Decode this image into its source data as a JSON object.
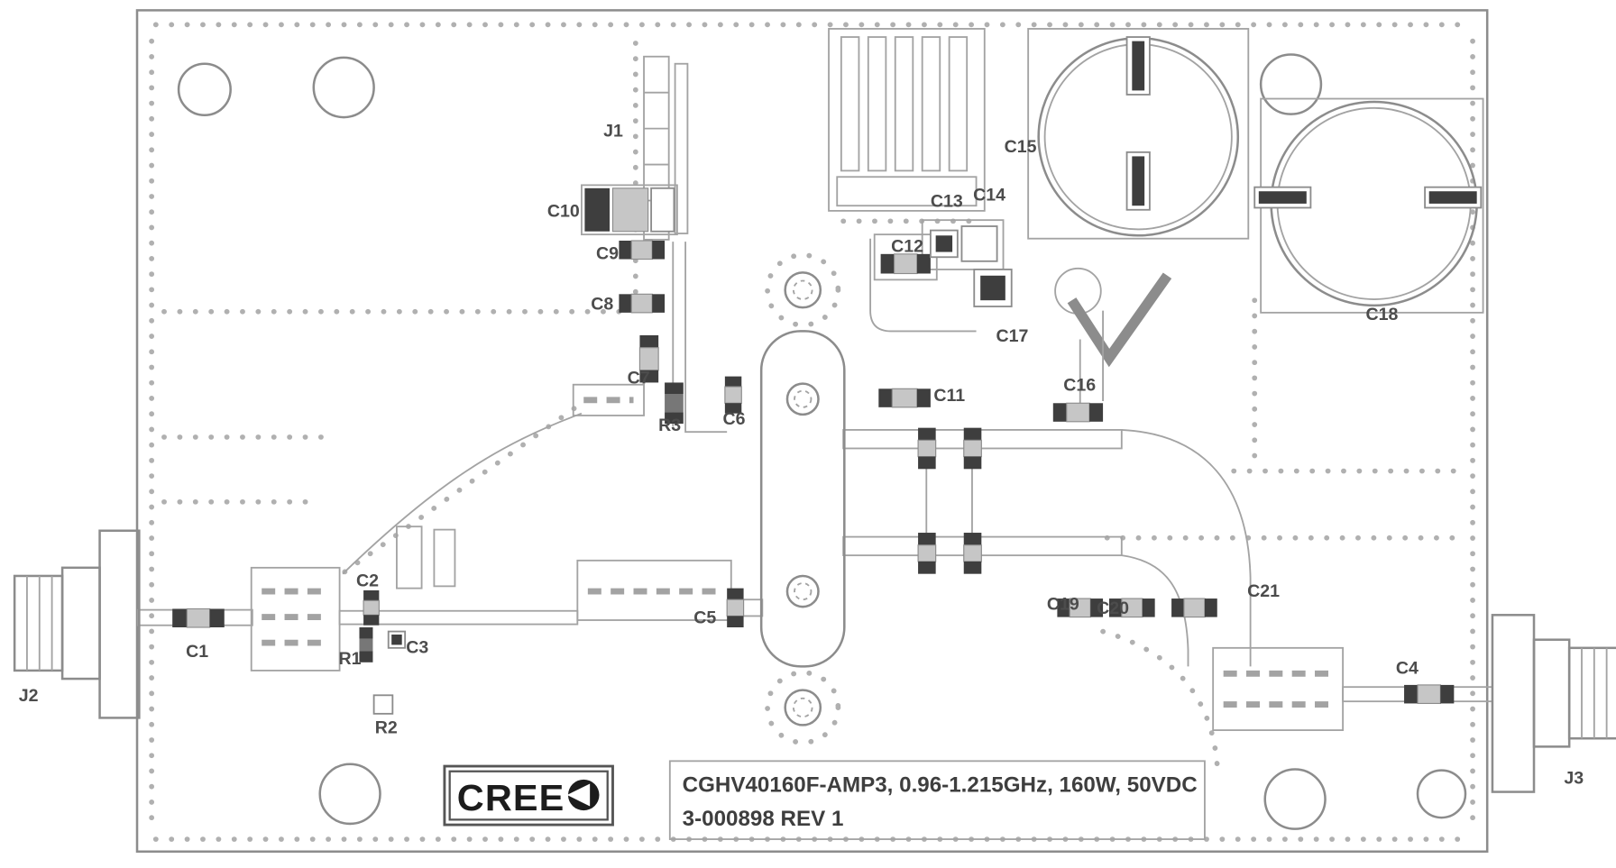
{
  "drawing": {
    "logo_text": "CREE",
    "title_line1": "CGHV40160F-AMP3, 0.96-1.215GHz, 160W, 50VDC",
    "title_line2": "3-000898 REV 1"
  },
  "labels": {
    "J1": "J1",
    "J2": "J2",
    "J3": "J3",
    "C1": "C1",
    "C2": "C2",
    "C3": "C3",
    "C4": "C4",
    "C5": "C5",
    "C6": "C6",
    "C7": "C7",
    "C8": "C8",
    "C9": "C9",
    "C10": "C10",
    "C11": "C11",
    "C12": "C12",
    "C13": "C13",
    "C14": "C14",
    "C15": "C15",
    "C16": "C16",
    "C17": "C17",
    "C18": "C18",
    "C19": "C19",
    "C20": "C20",
    "C21": "C21",
    "R1": "R1",
    "R2": "R2",
    "R3": "R3"
  },
  "colors": {
    "line": "#a3a3a3",
    "dark_pad": "#3e3e3e",
    "label_text": "#4c4c4c"
  }
}
